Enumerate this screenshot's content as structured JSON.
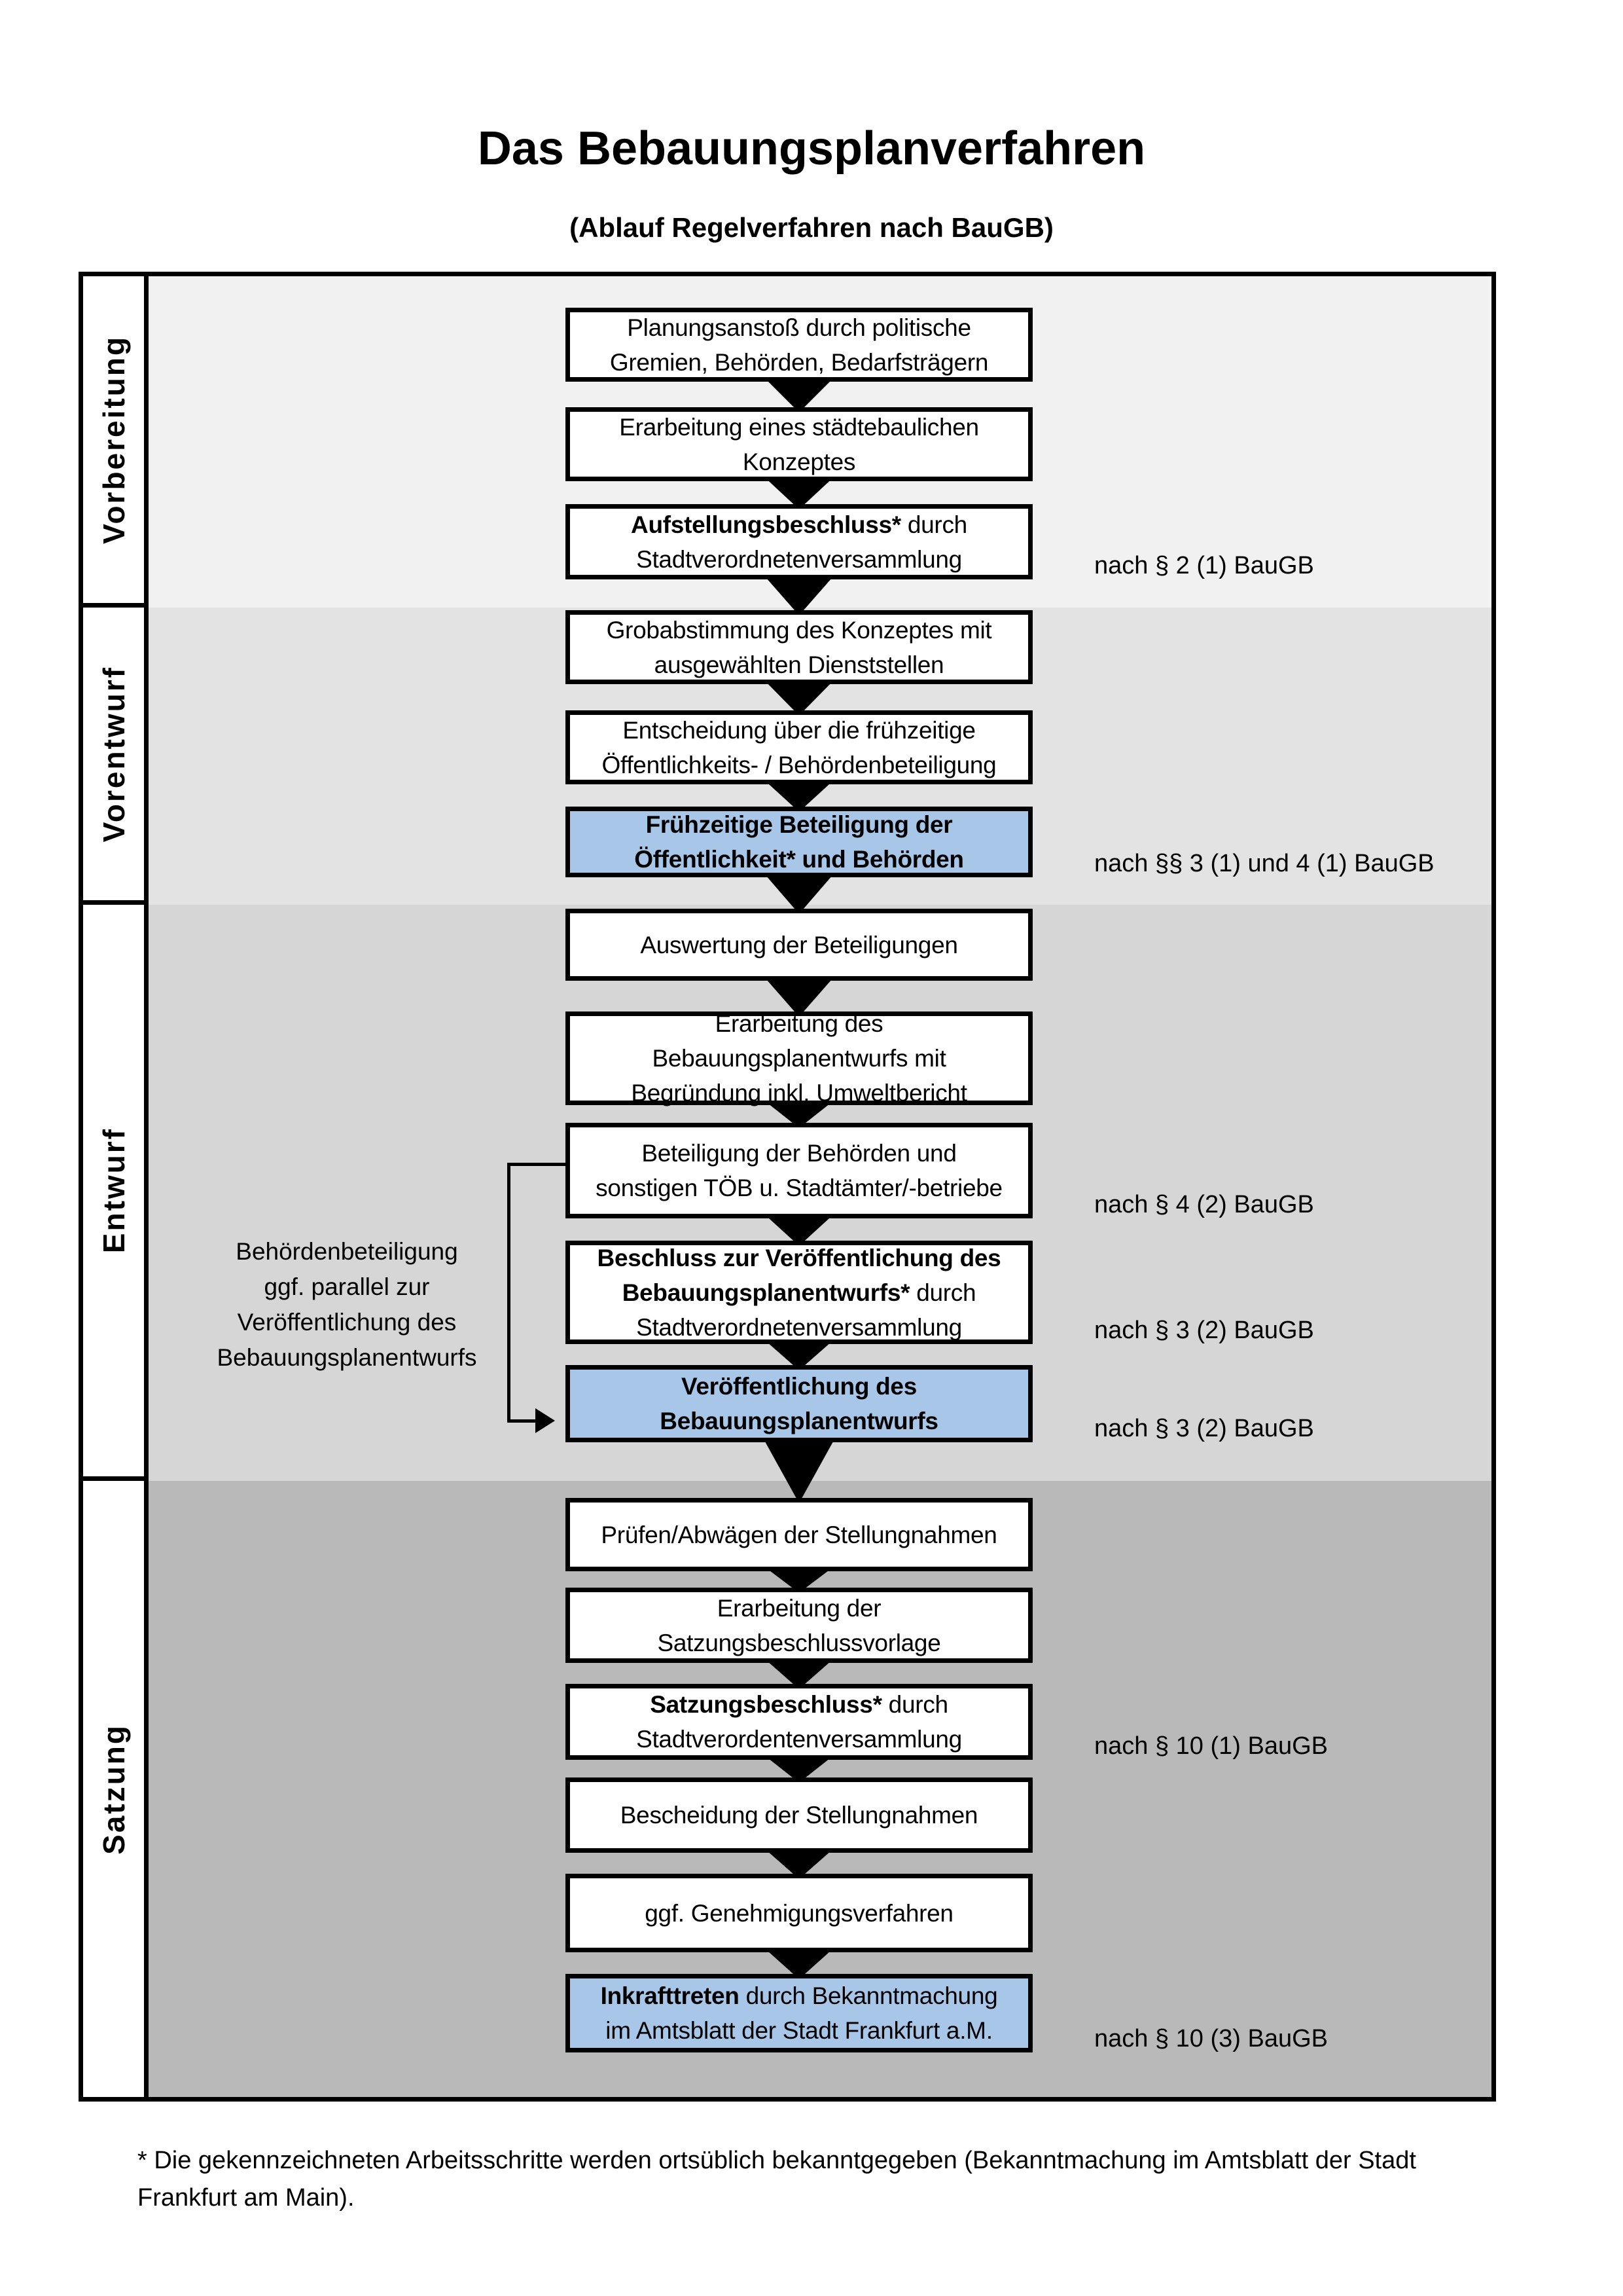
{
  "title": "Das Bebauungsplanverfahren",
  "subtitle": "(Ablauf Regelverfahren nach BauGB)",
  "colors": {
    "highlight_box": "#a8c6e8",
    "box_background": "#ffffff",
    "box_border": "#000000",
    "phase_backgrounds": [
      "#f1f1f1",
      "#e3e3e3",
      "#d6d6d6",
      "#b9b9b9"
    ]
  },
  "phases": [
    {
      "label": "Vorbereitung"
    },
    {
      "label": "Vorentwurf"
    },
    {
      "label": "Entwurf"
    },
    {
      "label": "Satzung"
    }
  ],
  "steps": [
    {
      "highlight": false,
      "lines": [
        [
          {
            "t": "Planungsanstoß durch politische",
            "b": false
          }
        ],
        [
          {
            "t": "Gremien, Behörden, Bedarfsträgern",
            "b": false
          }
        ]
      ]
    },
    {
      "highlight": false,
      "lines": [
        [
          {
            "t": "Erarbeitung eines städtebaulichen",
            "b": false
          }
        ],
        [
          {
            "t": "Konzeptes",
            "b": false
          }
        ]
      ]
    },
    {
      "highlight": false,
      "ref": "nach § 2 (1) BauGB",
      "lines": [
        [
          {
            "t": "Aufstellungsbeschluss*",
            "b": true
          },
          {
            "t": " durch",
            "b": false
          }
        ],
        [
          {
            "t": "Stadtverordnetenversammlung",
            "b": false
          }
        ]
      ]
    },
    {
      "highlight": false,
      "lines": [
        [
          {
            "t": "Grobabstimmung des Konzeptes mit",
            "b": false
          }
        ],
        [
          {
            "t": "ausgewählten Dienststellen",
            "b": false
          }
        ]
      ]
    },
    {
      "highlight": false,
      "lines": [
        [
          {
            "t": "Entscheidung über die frühzeitige",
            "b": false
          }
        ],
        [
          {
            "t": "Öffentlichkeits- / Behördenbeteiligung",
            "b": false
          }
        ]
      ]
    },
    {
      "highlight": true,
      "ref": "nach §§ 3 (1) und 4 (1) BauGB",
      "lines": [
        [
          {
            "t": "Frühzeitige Beteiligung der",
            "b": true
          }
        ],
        [
          {
            "t": "Öffentlichkeit* und Behörden",
            "b": true
          }
        ]
      ]
    },
    {
      "highlight": false,
      "lines": [
        [
          {
            "t": "Auswertung der Beteiligungen",
            "b": false
          }
        ]
      ]
    },
    {
      "highlight": false,
      "lines": [
        [
          {
            "t": "Erarbeitung des",
            "b": false
          }
        ],
        [
          {
            "t": "Bebauungsplanentwurfs mit",
            "b": false
          }
        ],
        [
          {
            "t": "Begründung inkl. Umweltbericht",
            "b": false
          }
        ]
      ]
    },
    {
      "highlight": false,
      "ref": "nach § 4 (2) BauGB",
      "lines": [
        [
          {
            "t": "Beteiligung der Behörden und",
            "b": false
          }
        ],
        [
          {
            "t": "sonstigen TÖB u. Stadtämter/-betriebe",
            "b": false
          }
        ]
      ]
    },
    {
      "highlight": false,
      "ref": "nach § 3 (2) BauGB",
      "lines": [
        [
          {
            "t": "Beschluss zur Veröffentlichung des",
            "b": true
          }
        ],
        [
          {
            "t": "Bebauungsplanentwurfs*",
            "b": true
          },
          {
            "t": " durch",
            "b": false
          }
        ],
        [
          {
            "t": "Stadtverordnetenversammlung",
            "b": false
          }
        ]
      ]
    },
    {
      "highlight": true,
      "ref": "nach § 3 (2) BauGB",
      "lines": [
        [
          {
            "t": "Veröffentlichung des",
            "b": true
          }
        ],
        [
          {
            "t": "Bebauungsplanentwurfs",
            "b": true
          }
        ]
      ]
    },
    {
      "highlight": false,
      "lines": [
        [
          {
            "t": "Prüfen/Abwägen der Stellungnahmen",
            "b": false
          }
        ]
      ]
    },
    {
      "highlight": false,
      "lines": [
        [
          {
            "t": "Erarbeitung der",
            "b": false
          }
        ],
        [
          {
            "t": "Satzungsbeschlussvorlage",
            "b": false
          }
        ]
      ]
    },
    {
      "highlight": false,
      "ref": "nach § 10 (1) BauGB",
      "lines": [
        [
          {
            "t": "Satzungsbeschluss*",
            "b": true
          },
          {
            "t": " durch",
            "b": false
          }
        ],
        [
          {
            "t": "Stadtverordentenversammlung",
            "b": false
          }
        ]
      ]
    },
    {
      "highlight": false,
      "lines": [
        [
          {
            "t": "Bescheidung der Stellungnahmen",
            "b": false
          }
        ]
      ]
    },
    {
      "highlight": false,
      "lines": [
        [
          {
            "t": "ggf. Genehmigungsverfahren",
            "b": false
          }
        ]
      ]
    },
    {
      "highlight": true,
      "ref": "nach § 10 (3) BauGB",
      "lines": [
        [
          {
            "t": "Inkrafttreten",
            "b": true
          },
          {
            "t": " durch Bekanntmachung",
            "b": false
          }
        ],
        [
          {
            "t": "im Amtsblatt der Stadt Frankfurt a.M.",
            "b": false
          }
        ]
      ]
    }
  ],
  "side_note": {
    "lines": [
      "Behördenbeteiligung",
      "ggf. parallel zur",
      "Veröffentlichung des",
      "Bebauungsplanentwurfs"
    ]
  },
  "footnote": {
    "line1": "* Die gekennzeichneten Arbeitsschritte werden ortsüblich bekanntgegeben (Bekanntmachung im Amtsblatt  der Stadt",
    "line2": "Frankfurt am Main)."
  }
}
